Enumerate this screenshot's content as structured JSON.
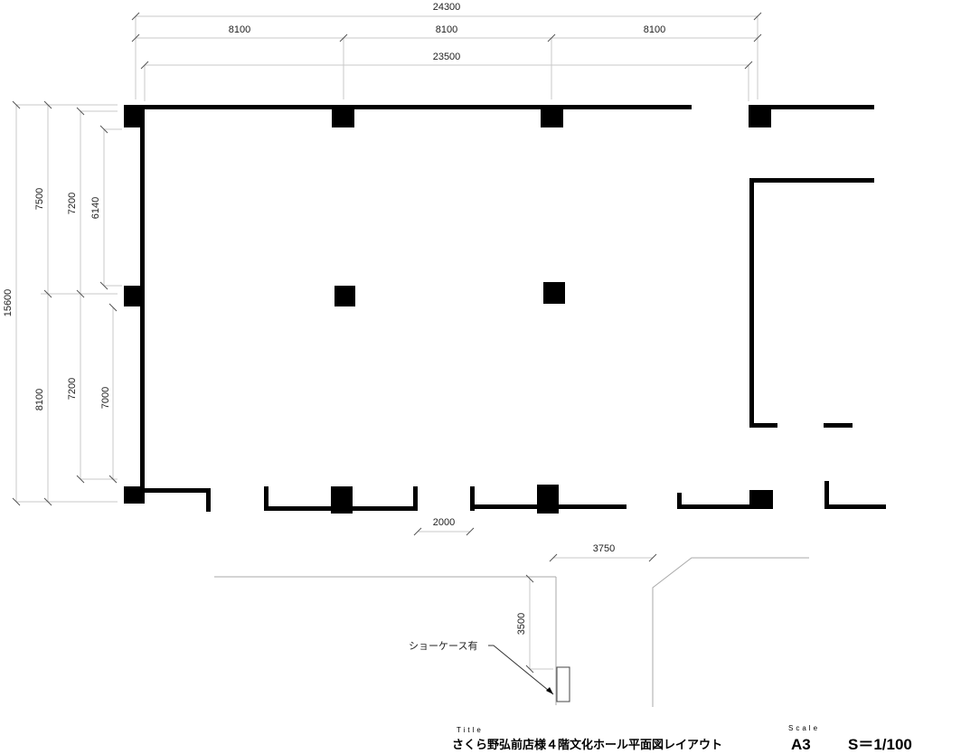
{
  "dimensions": {
    "overall_width": "24300",
    "bay_1": "8100",
    "bay_2": "8100",
    "bay_3": "8100",
    "inner_width": "23500",
    "overall_depth": "15600",
    "depth_a_top": "7500",
    "depth_a_bottom": "8100",
    "depth_b_top": "7200",
    "depth_b_bottom": "7200",
    "depth_c_top": "6140",
    "depth_c_bottom": "7000",
    "opening": "2000",
    "corridor_width": "3750",
    "corridor_depth": "3500"
  },
  "annotation": {
    "showcase": "ショーケース有"
  },
  "title_block": {
    "title_label": "Title",
    "title": "さくら野弘前店様４階文化ホール平面図レイアウト",
    "scale_label": "Scale",
    "paper": "A3",
    "scale": "S＝1/100"
  }
}
